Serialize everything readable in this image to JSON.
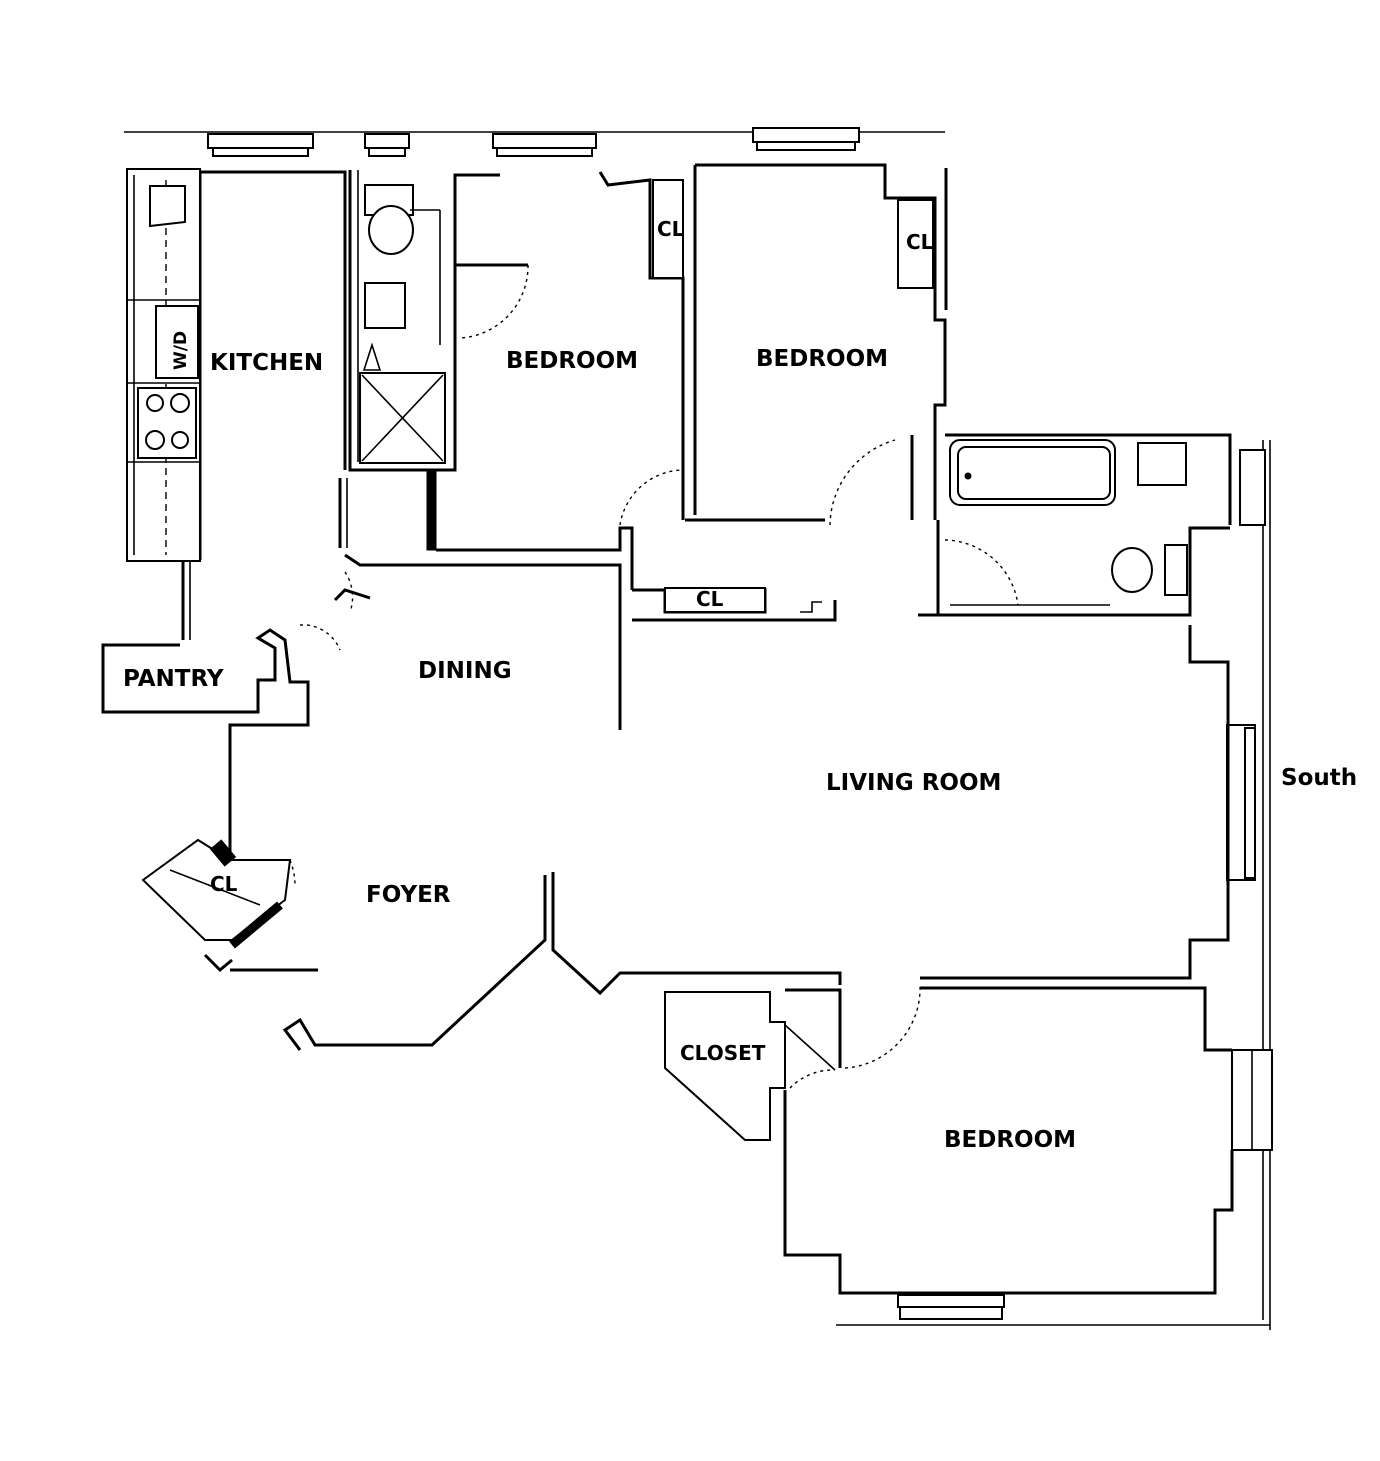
{
  "rooms": {
    "kitchen": "KITCHEN",
    "washer_dryer": "W/D",
    "pantry": "PANTRY",
    "dining": "DINING",
    "bedroom_1": "BEDROOM",
    "bedroom_2": "BEDROOM",
    "bedroom_3": "BEDROOM",
    "living_room": "LIVING ROOM",
    "foyer": "FOYER",
    "closet": "CLOSET",
    "closet_bedroom_1": "CL",
    "closet_bedroom_2": "CL",
    "closet_hall": "CL",
    "closet_foyer": "CL"
  },
  "compass": {
    "south": "South"
  }
}
